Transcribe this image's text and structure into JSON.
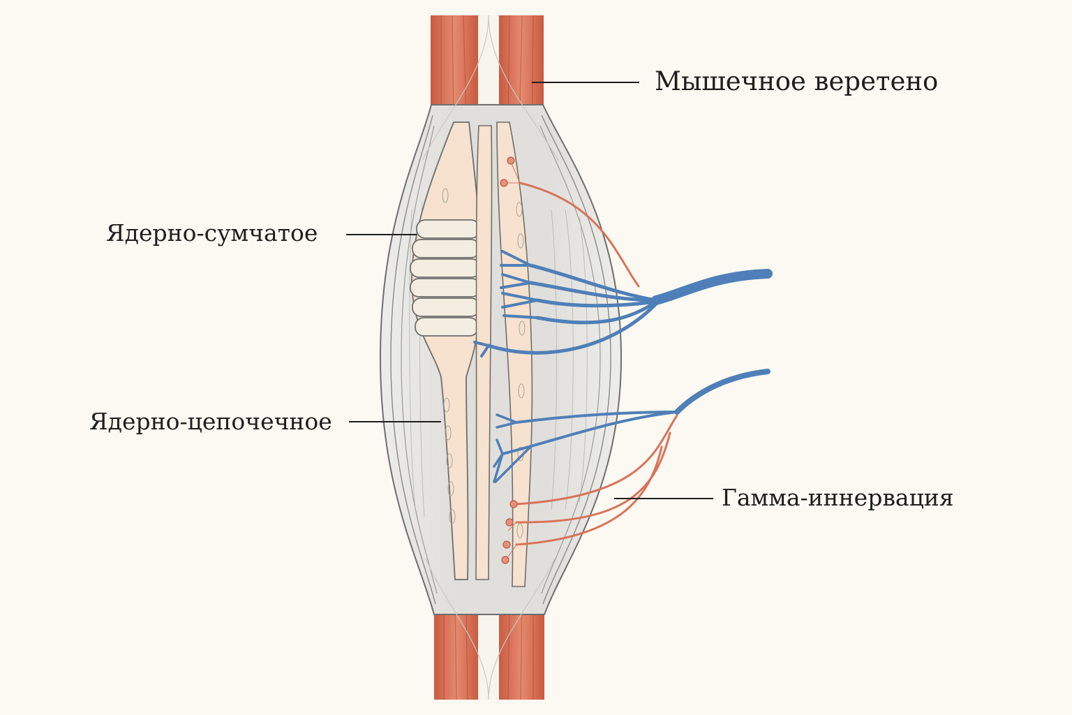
{
  "labels": {
    "muscle_spindle": "Мышечное веретено",
    "nuclear_bag": "Ядерно-сумчатое",
    "nuclear_chain": "Ядерно-цепочечное",
    "gamma_innervation": "Гамма-иннервация"
  },
  "colors": {
    "background": "#fbf9f1",
    "muscle": "#d9735a",
    "capsule": "#e6e4df",
    "intrafusal": "#f6e2cf",
    "sensory_nerve": "#4f7fb8",
    "gamma_nerve": "#d9735a",
    "outline": "#6e6e6e",
    "leader_line": "#1e1e1e"
  }
}
